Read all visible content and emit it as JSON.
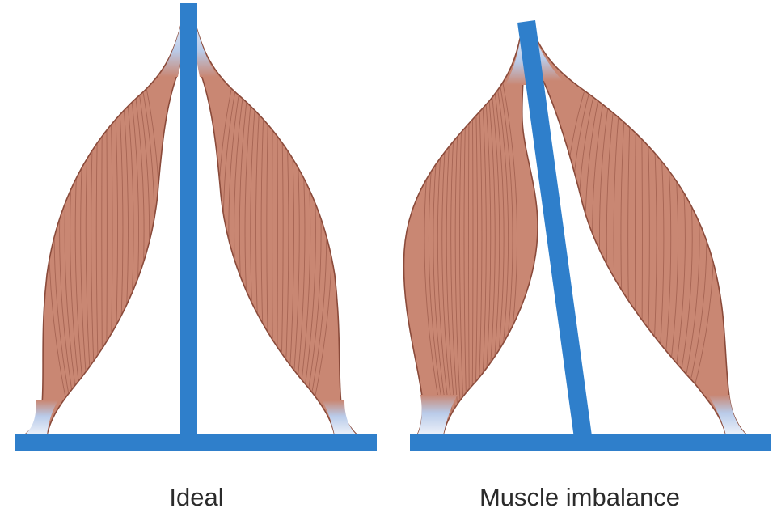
{
  "panels": [
    {
      "caption": "Ideal"
    },
    {
      "caption": "Muscle imbalance"
    }
  ],
  "colors": {
    "bone": "#2f7fcb",
    "muscle_fill": "#c98773",
    "muscle_outline": "#8a4a3a",
    "muscle_fiber": "#9a5848",
    "tendon_light": "#dfe6f4",
    "tendon_blue": "#a9bfe3"
  },
  "icons": [
    "muscle-shape",
    "bone-bar",
    "tendon"
  ]
}
